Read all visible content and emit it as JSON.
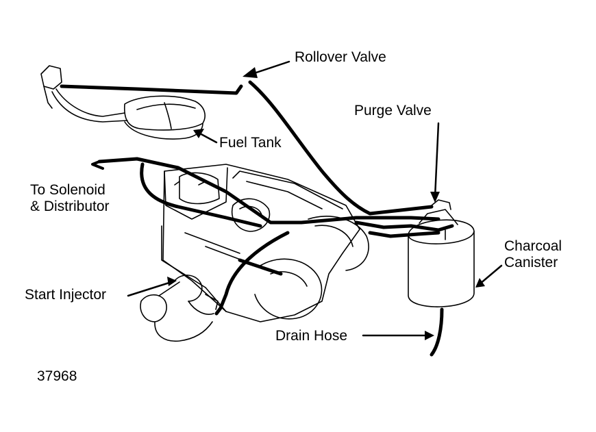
{
  "labels": {
    "rollover_valve": "Rollover Valve",
    "purge_valve": "Purge Valve",
    "fuel_tank": "Fuel Tank",
    "to_solenoid_line1": "To Solenoid",
    "to_solenoid_line2": "& Distributor",
    "charcoal_line1": "Charcoal",
    "charcoal_line2": "Canister",
    "start_injector": "Start Injector",
    "drain_hose": "Drain Hose",
    "figure_number": "37968"
  },
  "colors": {
    "ink": "#000000",
    "paper": "#ffffff"
  }
}
